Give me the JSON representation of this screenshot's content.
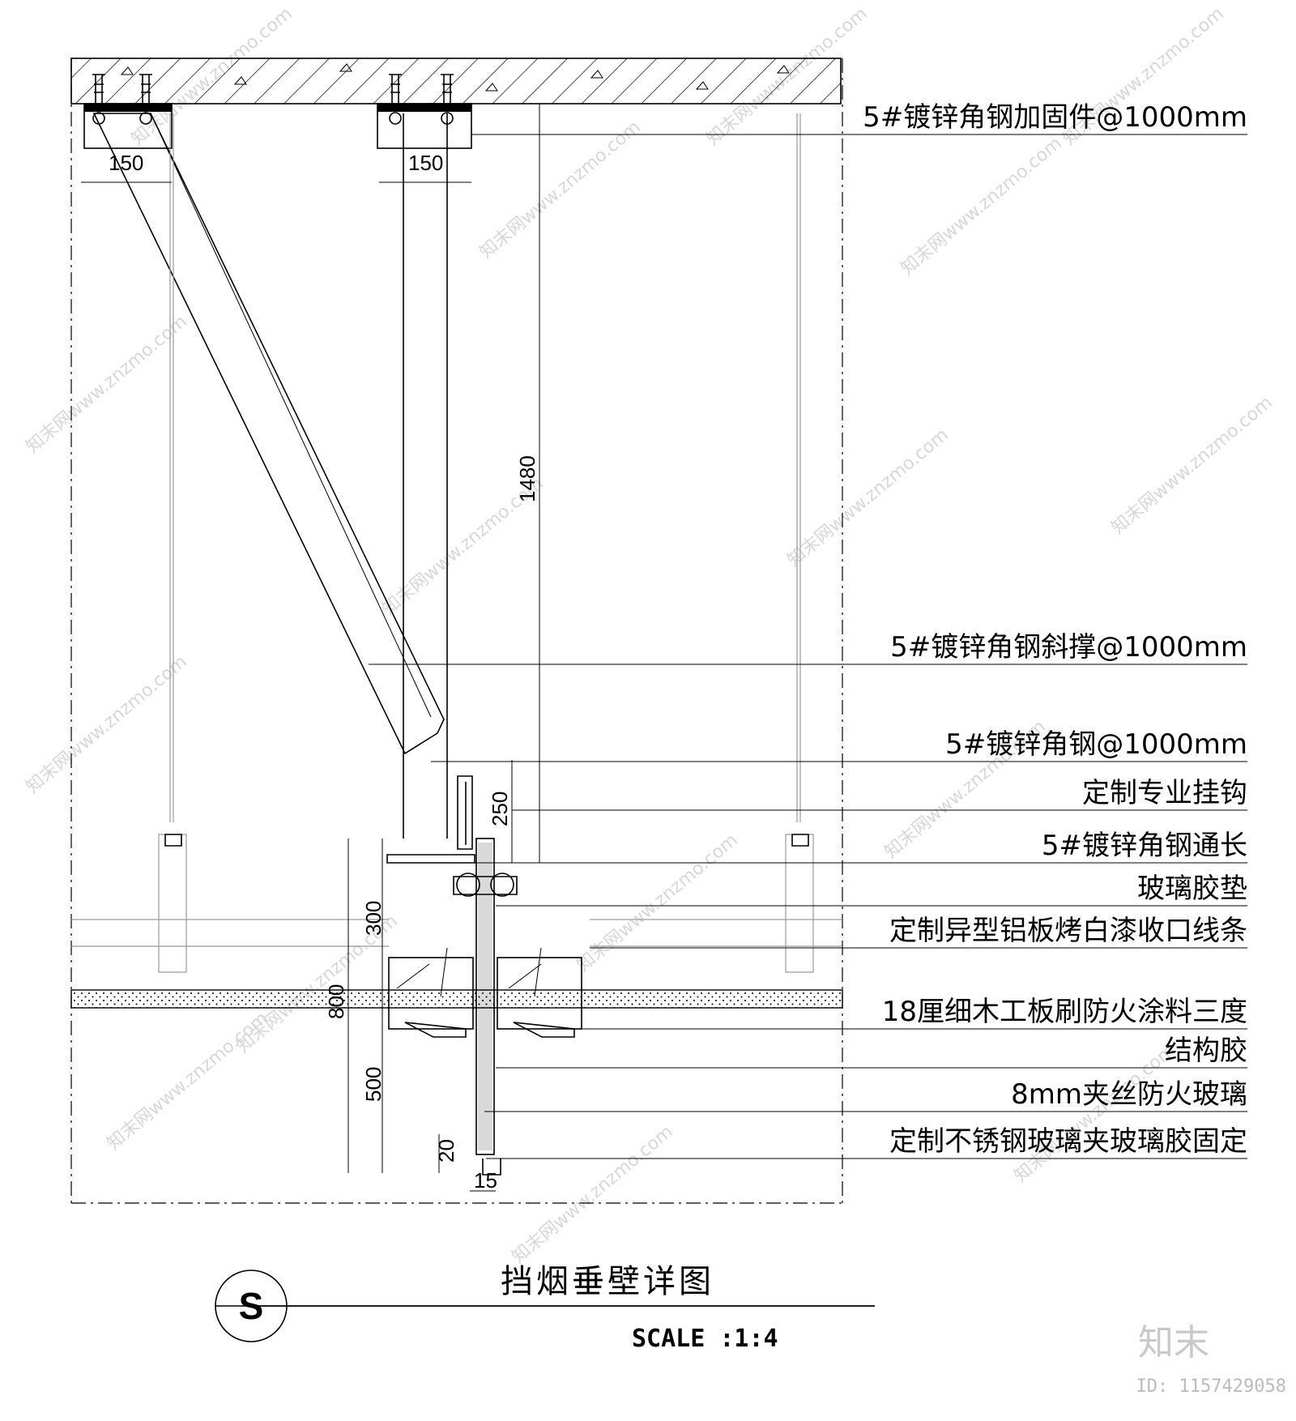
{
  "callouts": [
    "5#镀锌角钢加固件@1000mm",
    "5#镀锌角钢斜撑@1000mm",
    "5#镀锌角钢@1000mm",
    "定制专业挂钩",
    "5#镀锌角钢通长",
    "玻璃胶垫",
    "定制异型铝板烤白漆收口线条",
    "18厘细木工板刷防火涂料三度",
    "结构胶",
    "8mm夹丝防火玻璃",
    "定制不锈钢玻璃夹玻璃胶固定"
  ],
  "dimensions": {
    "d150_left": "150",
    "d150_right": "150",
    "d1480": "1480",
    "d250": "250",
    "d300": "300",
    "d800": "800",
    "d500": "500",
    "d20": "20",
    "d15": "15"
  },
  "title": {
    "name": "挡烟垂壁详图",
    "scale": "SCALE  :1:4",
    "symbol": "S"
  },
  "watermark": {
    "text": "知末网www.znzmo.com",
    "logo": "知末",
    "id": "ID: 1157429058"
  }
}
